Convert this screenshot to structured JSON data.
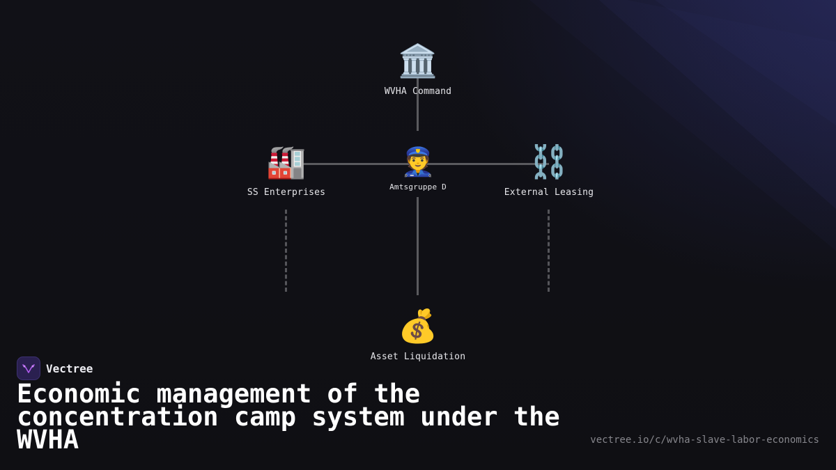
{
  "diagram": {
    "nodes": {
      "top": {
        "icon": "🏛️",
        "icon_name": "classical-building-icon",
        "label": "WVHA Command"
      },
      "center": {
        "icon": "👮",
        "icon_name": "police-officer-icon",
        "label": "Amtsgruppe D"
      },
      "left": {
        "icon": "🏭",
        "icon_name": "factory-icon",
        "label": "SS Enterprises"
      },
      "right": {
        "icon": "⛓️",
        "icon_name": "chains-icon",
        "label": "External Leasing"
      },
      "bottom": {
        "icon": "💰",
        "icon_name": "money-bag-icon",
        "label": "Asset Liquidation"
      }
    }
  },
  "brand": {
    "name": "Vectree",
    "logo_icon": "vectree-logo-icon"
  },
  "headline": "Economic management of the concentration camp system under the WVHA",
  "url": "vectree.io/c/wvha-slave-labor-economics",
  "colors": {
    "background": "#111116",
    "connector": "#5a5a5e",
    "text": "#e6e6ea",
    "url": "#86868c",
    "brand_logo_bg": "#2a2050",
    "brand_logo_mark": "#b25cf0"
  }
}
